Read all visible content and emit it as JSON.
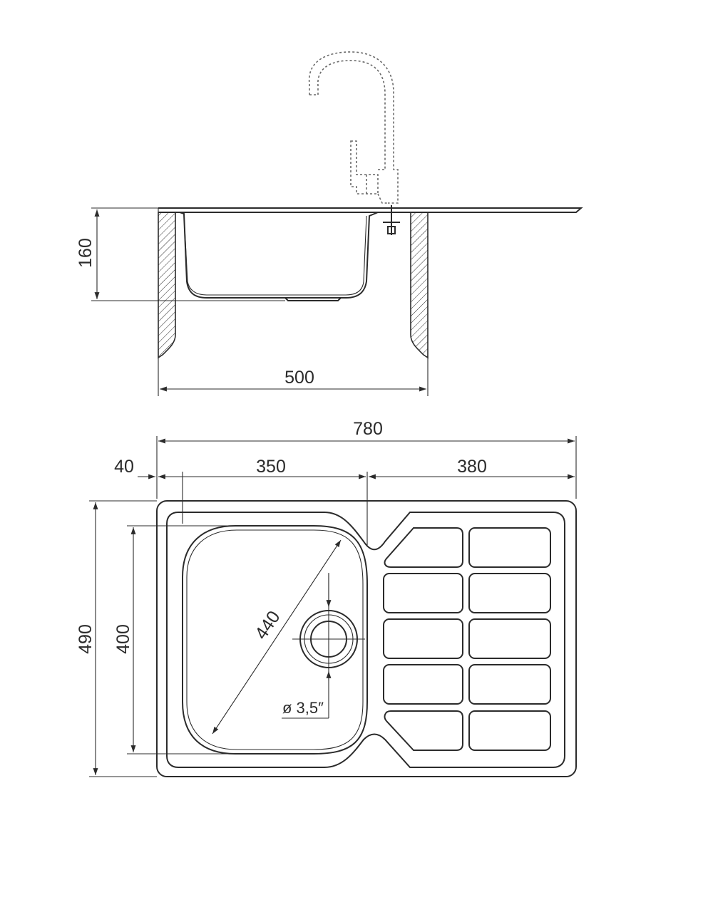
{
  "side_view": {
    "depth_label": "160",
    "cabinet_width_label": "500"
  },
  "top_view": {
    "overall_width_label": "780",
    "offset_label": "40",
    "bowl_width_label": "350",
    "drainer_width_label": "380",
    "overall_depth_label": "490",
    "bowl_depth_label": "400",
    "diagonal_label": "440",
    "drain_label": "ø 3,5″"
  },
  "colors": {
    "line": "#2b2b2b",
    "faucet_dashed": "#6a6a6a",
    "hatch": "#2b2b2b"
  }
}
